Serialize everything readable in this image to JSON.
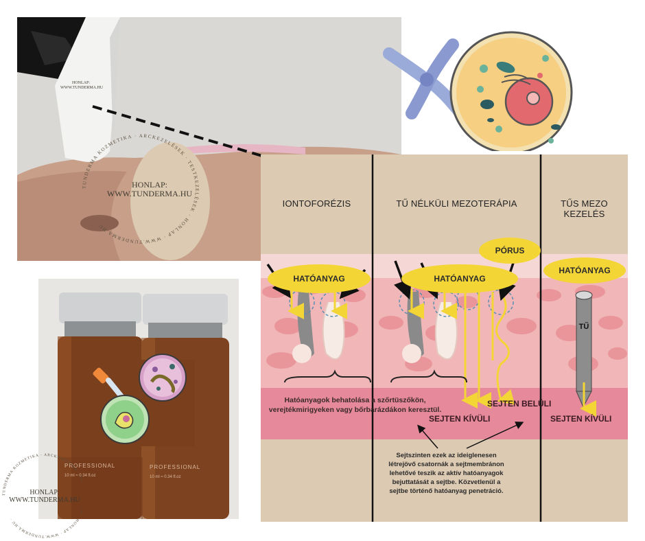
{
  "diagram": {
    "columns": [
      "IONTOFORÉZIS",
      "TŰ NÉLKÜLI MEZOTERÁPIA",
      "TŰS MEZO KEZELÉS"
    ],
    "labels": {
      "hatoanyag": "HATÓANYAG",
      "porus": "PÓRUS",
      "tu": "TŰ",
      "sejten_beluli": "SEJTEN BELÜLI",
      "sejten_kivuli": "SEJTEN KÍVÜLI"
    },
    "caption_main": "Hatóanyagok behatolása a szőrtüszőkön, verejtékmirigyeken vagy bőrbarázdákon keresztül.",
    "caption_bottom": "Sejtszinten ezek az ideiglenesen létrejövő csatornák a sejtmembránon lehetővé teszik az aktív hatóanyagok bejuttatását a sejtbe. Közvetlenül a sejtbe történő hatóanyag penetráció."
  },
  "watermark": {
    "line1": "HONLAP:",
    "line2": "WWW.TUNDERMA.HU",
    "ring": "TUNDERMA KOZMETIKA · ARCKEZELÉSEK · TESTKEZELÉSEK · HONLAP · WWW.TUNDERMA.HU ·"
  },
  "vials": {
    "brand": "PROFESSIONAL",
    "volume": "10 ml ≈ 0.34 fl.oz"
  },
  "colors": {
    "beige": "#dccab2",
    "yellow": "#f3d535",
    "skin_pink": "#e8a2a6",
    "dermis": "#f1b3b8",
    "bottom_band": "#e6899a"
  }
}
